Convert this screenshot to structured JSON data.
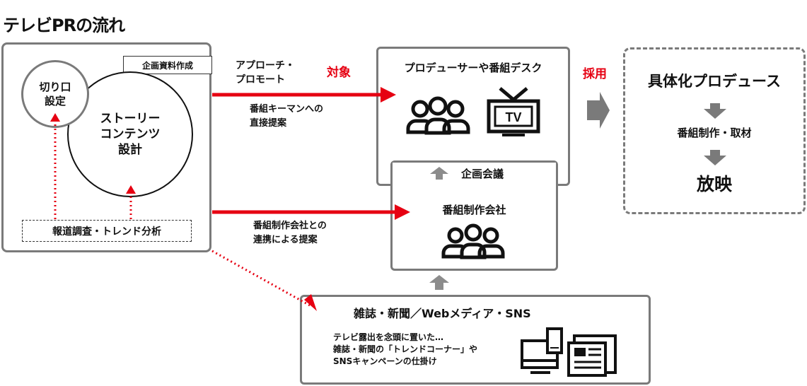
{
  "title": "テレビPRの流れ",
  "left_panel": {
    "planning_doc": "企画資料作成",
    "angle_circle": [
      "切り口",
      "設定"
    ],
    "story_circle": [
      "ストーリー",
      "コンテンツ",
      "設計"
    ],
    "research": "報道調査・トレンド分析"
  },
  "arrows": {
    "approach": [
      "アプローチ・",
      "プロモート"
    ],
    "target": "対象",
    "direct_pitch": [
      "番組キーマンへの",
      "直接提案"
    ],
    "company_pitch": [
      "番組制作会社との",
      "連携による提案"
    ],
    "adopted": "採用"
  },
  "producer_box": {
    "title": "プロデューサーや番組デスク",
    "tv_label": "TV"
  },
  "meeting": "企画会議",
  "production_company": {
    "title": "番組制作会社"
  },
  "media_box": {
    "title": "雑誌・新聞／Webメディア・SNS",
    "lines": [
      "テレビ露出を念頭に置いた…",
      "雑誌・新聞の「トレンドコーナー」や",
      "SNSキャンペーンの仕掛け"
    ]
  },
  "result_box": {
    "title": "具体化プロデュース",
    "step1": "番組制作・取材",
    "step2": "放映"
  },
  "colors": {
    "accent": "#e60012",
    "frame": "#7a7a7a",
    "icon": "#111111"
  }
}
